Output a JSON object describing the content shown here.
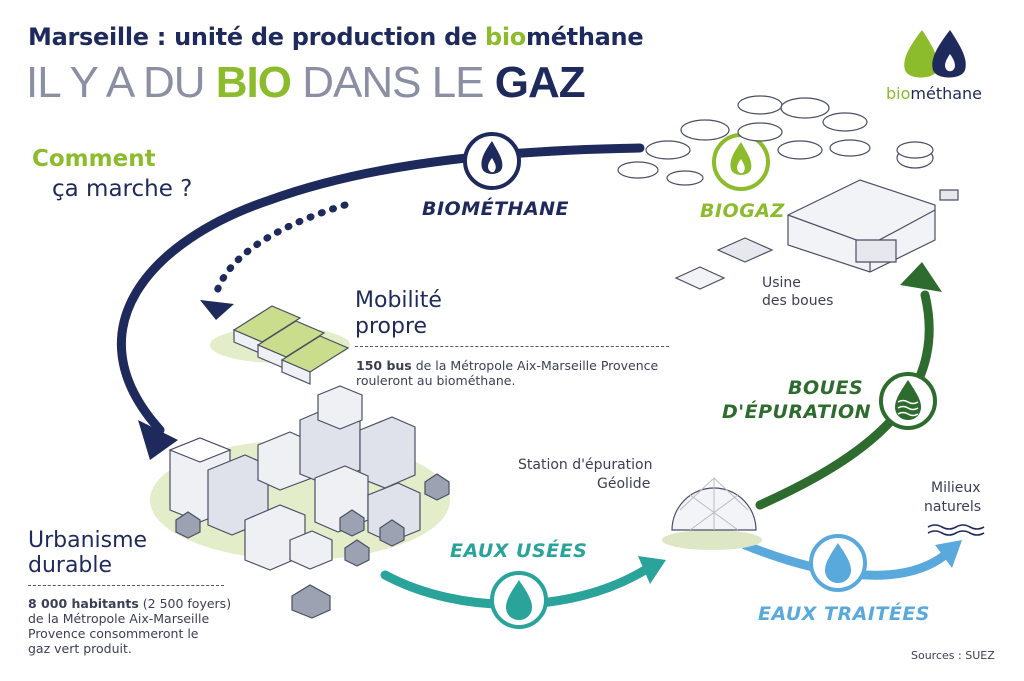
{
  "header": {
    "subtitle_prefix": "Marseille : unité de production de ",
    "subtitle_bio": "bio",
    "subtitle_suffix": "méthane",
    "title_part1": "IL Y A DU ",
    "title_bio": "BIO",
    "title_part2": " DANS LE ",
    "title_gaz": "GAZ"
  },
  "question": {
    "line1": "Comment",
    "line2": "ça marche ?"
  },
  "logo": {
    "bio": "bio",
    "rest": "méthane",
    "icon": "two-flames-logo-icon"
  },
  "flows": {
    "biomethane": "BIOMÉTHANE",
    "biogaz": "BIOGAZ",
    "boues_line1": "BOUES",
    "boues_line2": "D'ÉPURATION",
    "eaux_usees": "EAUX USÉES",
    "eaux_traitees": "EAUX TRAITÉES"
  },
  "places": {
    "usine_line1": "Usine",
    "usine_line2": "des boues",
    "station_line1": "Station d'épuration",
    "station_line2": "Géolide",
    "milieux_line1": "Milieux",
    "milieux_line2": "naturels"
  },
  "mobilite": {
    "title_line1": "Mobilité",
    "title_line2": "propre",
    "bold": "150 bus",
    "line1_rest": " de la Métropole Aix-Marseille Provence",
    "line2": "rouleront au biométhane."
  },
  "urbanisme": {
    "title_line1": "Urbanisme",
    "title_line2": "durable",
    "bold": "8 000 habitants",
    "line1_rest": " (2 500 foyers)",
    "line2": "de la Métropole Aix-Marseille",
    "line3": "Provence consommeront le",
    "line4": "gaz vert produit."
  },
  "sources": "Sources : SUEZ",
  "colors": {
    "navy": "#1f2a5c",
    "green": "#8cbc2c",
    "dark_green": "#2e6b2e",
    "teal": "#2aa39a",
    "light_blue": "#5aa9dd",
    "gray_title": "#8a8fa3"
  }
}
